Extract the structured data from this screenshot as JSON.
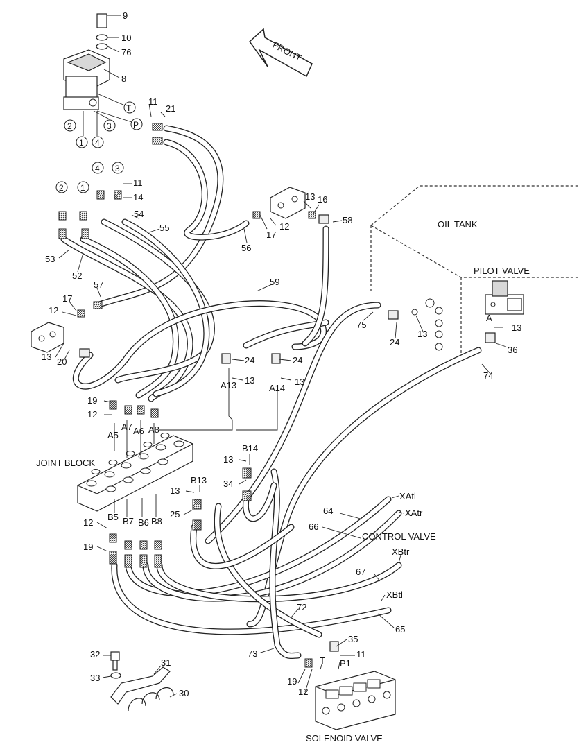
{
  "arrow": {
    "text": "FRONT"
  },
  "components": {
    "oil_tank": "OIL TANK",
    "pilot_valve": "PILOT VALVE",
    "joint_block": "JOINT BLOCK",
    "control_valve": "CONTROL VALVE",
    "solenoid_valve": "SOLENOID VALVE"
  },
  "circled": {
    "T": "T",
    "P": "P",
    "c1": "1",
    "c2": "2",
    "c3": "3",
    "c4": "4",
    "c1b": "1",
    "c2b": "2",
    "c3b": "3",
    "c4b": "4"
  },
  "callouts": {
    "n9": "9",
    "n10": "10",
    "n76": "76",
    "n8": "8",
    "n11a": "11",
    "n21": "21",
    "n11b": "11",
    "n14": "14",
    "n54": "54",
    "n55": "55",
    "n53": "53",
    "n52": "52",
    "n57": "57",
    "n56": "56",
    "n17a": "17",
    "n12a": "12",
    "n13a": "13",
    "n16": "16",
    "n58": "58",
    "n59": "59",
    "n17b": "17",
    "n12b": "12",
    "n13b": "13",
    "n20": "20",
    "n75": "75",
    "n24a": "24",
    "n13c": "13",
    "n13d": "13",
    "n36": "36",
    "n74": "74",
    "n24b": "24",
    "n24c": "24",
    "n13e": "13",
    "n13f": "13",
    "A13": "A13",
    "A14": "A14",
    "A": "A",
    "n19a": "19",
    "n12c": "12",
    "A5": "A5",
    "A7": "A7",
    "A6": "A6",
    "A8": "A8",
    "B14": "B14",
    "n13g": "13",
    "n34": "34",
    "B13": "B13",
    "n13h": "13",
    "n25": "25",
    "B5": "B5",
    "n12d": "12",
    "B7": "B7",
    "B6": "B6",
    "B8": "B8",
    "n19b": "19",
    "XAtl": "XAtl",
    "XAtr": "XAtr",
    "n64": "64",
    "n66": "66",
    "XBtr": "XBtr",
    "n67": "67",
    "XBtl": "XBtl",
    "n65": "65",
    "n72": "72",
    "n35": "35",
    "n73": "73",
    "n11c": "11",
    "T2": "T",
    "P1": "P1",
    "n19c": "19",
    "n12e": "12",
    "n32": "32",
    "n31": "31",
    "n33": "33",
    "n30": "30"
  }
}
